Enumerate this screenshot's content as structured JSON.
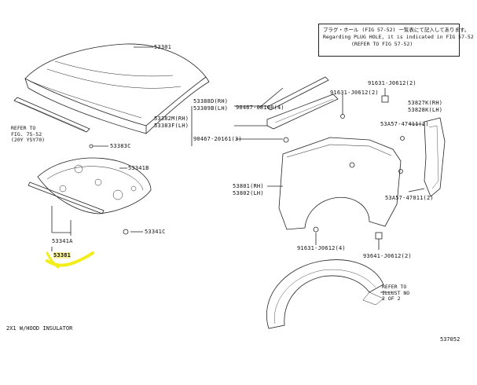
{
  "note": {
    "line1": "プラグ・ホール (FIG 57-52) 一覧表にて記入してあります。",
    "line2": "Regarding PLUG HOLE, it is indicated in FIG 57-52",
    "line3": "(REFER TO FIG 57-52)"
  },
  "labels": {
    "hood": "53301",
    "hood_seal": "53383C",
    "insulator": "53341B",
    "clip_c": "53341C",
    "clip_a": "53341A",
    "highlighted": "53381",
    "rh_seal_rh": "53388D(RH)",
    "rh_seal_lh": "53389B(LH)",
    "bracket_rh": "53382M(RH)",
    "bracket_lh": "53383F(LH)",
    "screw_a": "90467-08108(4)",
    "screw_b": "90467-20161(3)",
    "bolt_top_1": "91631-J0612(2)",
    "bolt_top_2": "91631-J0612(2)",
    "fender_rh": "53801(RH)",
    "fender_lh": "53802(LH)",
    "panel_rh": "53827K(RH)",
    "panel_lh": "53828K(LH)",
    "nut_a": "53A57-47411(2)",
    "nut_b": "53A57-47011(2)",
    "bolt_bottom": "91631-J0612(4)",
    "bolt_bottom_2": "93641-J0612(2)"
  },
  "refs": {
    "left_ref": "REFER TO\nFIG. 75-52\n(20Y YSY70)",
    "right_ref": "REFER TO\nILLUST NO\n2 OF 2"
  },
  "caption": "2X1 W/HOOD INSULATOR",
  "page_code": "537052",
  "highlight_color": "#f2ee1a"
}
